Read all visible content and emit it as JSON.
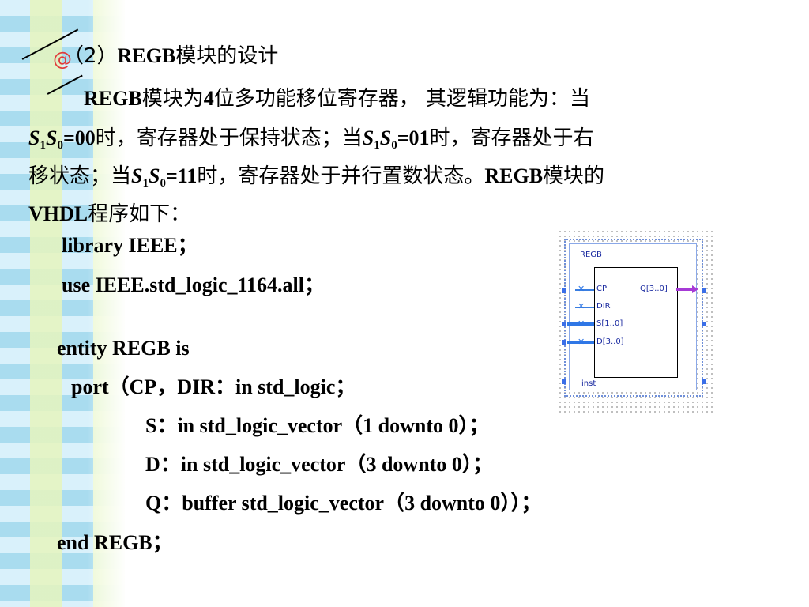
{
  "heading": {
    "number": "（2）",
    "title_en": "REGB",
    "title_zh": "模块的设计"
  },
  "paragraph": {
    "l1_en": "REGB",
    "l1_zh_a": "模块为",
    "l1_num": "4",
    "l1_zh_b": "位多功能移位寄存器， 其逻辑功能为：当",
    "l2_s1": "S",
    "l2_sub1": "1",
    "l2_s0": "S",
    "l2_sub0": "0",
    "l2_val": "=00",
    "l2_zh_a": "时，寄存器处于保持状态；当",
    "l2_s1b": "S",
    "l2_sub1b": "1",
    "l2_s0b": "S",
    "l2_sub0b": "0",
    "l2_valb": "=01",
    "l2_zh_b": "时，寄存器处于右",
    "l3_zh_a": "移状态；当",
    "l3_s1": "S",
    "l3_sub1": "1",
    "l3_s0": "S",
    "l3_sub0": "0",
    "l3_val": "=11",
    "l3_zh_b": "时，寄存器处于并行置数状态。",
    "l3_en": "REGB",
    "l3_zh_c": "模块的",
    "l4_en": "VHDL",
    "l4_zh": "程序如下："
  },
  "code": {
    "line1": "library  IEEE；",
    "line2": "use IEEE.std_logic_1164.all；",
    "line3": "entity  REGB  is",
    "line4": "port（CP，DIR：in std_logic；",
    "line5": "S：in std_logic_vector（1 downto 0）；",
    "line6": "D：in std_logic_vector（3 downto 0）；",
    "line7": "Q：buffer std_logic_vector（3 downto 0））；",
    "line8": "end  REGB；"
  },
  "diagram": {
    "name": "REGB",
    "instance": "inst",
    "inputs": [
      "CP",
      "DIR",
      "S[1..0]",
      "D[3..0]"
    ],
    "output": "Q[3..0]"
  },
  "icons": {
    "bullet": "@"
  },
  "colors": {
    "bullet": "#e03b3b",
    "diagram_text": "#1a2aa0",
    "input_pin": "#2f77e6",
    "output_pin": "#a63ad6"
  }
}
